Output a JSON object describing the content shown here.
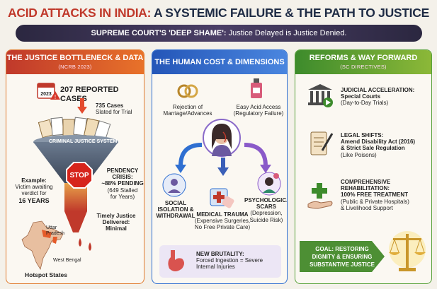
{
  "header": {
    "title_part1": "ACID ATTACKS IN INDIA:",
    "title_part2": "A SYSTEMIC FAILURE & THE PATH TO JUSTICE",
    "sub_bold": "SUPREME COURT'S 'DEEP SHAME':",
    "sub_rest": "Justice Delayed is Justice Denied."
  },
  "panel1": {
    "title": "THE JUSTICE BOTTLENECK & DATA",
    "subtitle": "(NCRB 2023)",
    "year": "2023",
    "reported": "207 REPORTED CASES",
    "trial_count": "735 Cases",
    "trial_label": "Slated for Trial",
    "funnel_label": "CRIMINAL JUSTICE SYSTEM",
    "stop": "STOP",
    "example_1": "Example:",
    "example_2": "Victim awaiting",
    "example_3": "verdict for",
    "example_4": "16 YEARS",
    "pend_1": "PENDENCY",
    "pend_2": "CRISIS:",
    "pend_3": "~88% PENDING",
    "pend_4": "(649 Stalled",
    "pend_5": "for Years)",
    "timely_1": "Timely Justice",
    "timely_2": "Delivered:",
    "timely_3": "Minimal",
    "map_up_1": "Uttar",
    "map_up_2": "Pradesh",
    "map_wb": "West Bengal",
    "hotspot": "Hotspot States"
  },
  "panel2": {
    "title": "THE HUMAN COST & DIMENSIONS",
    "rej_1": "Rejection of",
    "rej_2": "Marriage/Advances",
    "acid_1": "Easy Acid Access",
    "acid_2": "(Regulatory Failure)",
    "iso_1": "SOCIAL",
    "iso_2": "ISOLATION &",
    "iso_3": "WITHDRAWAL",
    "med_1": "MEDICAL TRAUMA",
    "med_2": "(Expensive Surgeries,",
    "med_3": "No Free Private Care)",
    "psy_1": "PSYCHOLOGICAL",
    "psy_2": "SCARS",
    "psy_3": "(Depression,",
    "psy_4": "Suicide Risk)",
    "brut_1": "NEW BRUTALITY:",
    "brut_2": "Forced Ingestion = Severe",
    "brut_3": "Internal Injuries"
  },
  "panel3": {
    "title": "REFORMS & WAY FORWARD",
    "subtitle": "(SC DIRECTIVES)",
    "jud_1": "JUDICIAL ACCELERATION:",
    "jud_2": "Special Courts",
    "jud_3": "(Day-to-Day Trials)",
    "legal_1": "LEGAL SHIFTS:",
    "legal_2": "Amend Disability Act (2016)",
    "legal_3": "& Strict Sale Regulation",
    "legal_4": "(Like Poisons)",
    "rehab_1": "COMPREHENSIVE",
    "rehab_2": "REHABILITATION:",
    "rehab_3": "100% FREE TREATMENT",
    "rehab_4": "(Public & Private Hospitals)",
    "rehab_5": "& Livelihood Support",
    "goal_1": "GOAL: RESTORING",
    "goal_2": "DIGNITY & ENSURING",
    "goal_3": "SUBSTANTIVE JUSTICE"
  }
}
